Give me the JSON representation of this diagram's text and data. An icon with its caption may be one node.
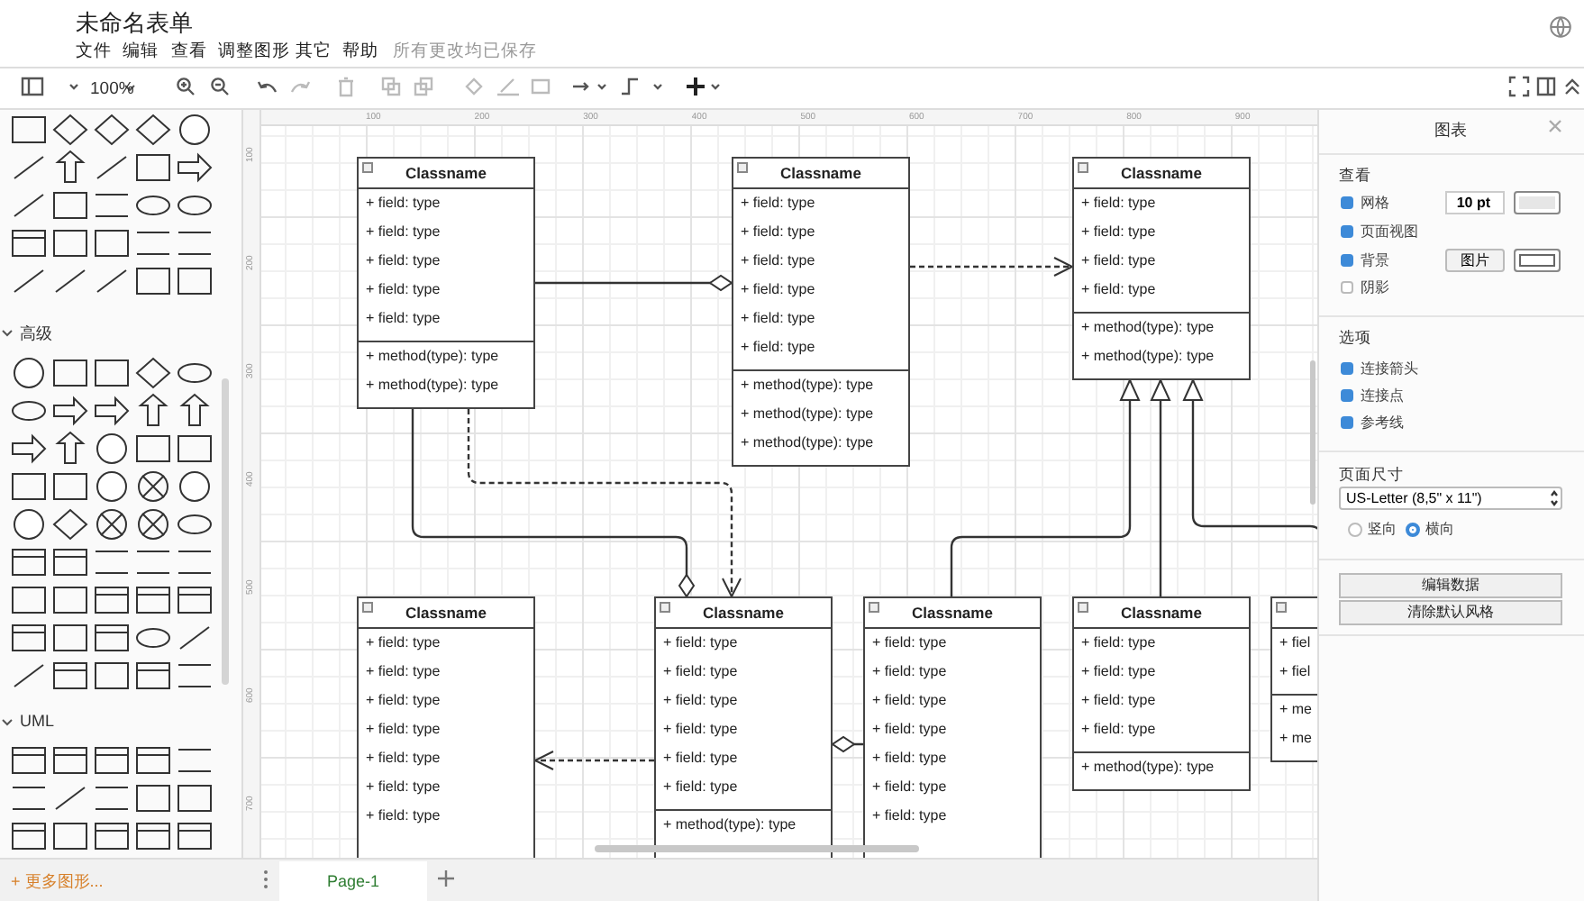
{
  "diagram": {
    "nodes": [
      {
        "text": [
          "Classname",
          "+ field: type",
          "+ field: type",
          "+ field: type",
          "+ field: type",
          "+ field: type",
          "+ method(type): type",
          "+ method(type): type"
        ]
      },
      {
        "text": [
          "Classname",
          "+ field: type",
          "+ field: type",
          "+ field: type",
          "+ field: type",
          "+ field: type",
          "+ field: type",
          "+ method(type): type",
          "+ method(type): type",
          "+ method(type): type"
        ]
      },
      {
        "text": [
          "Classname",
          "+ field: type",
          "+ field: type",
          "+ field: type",
          "+ field: type",
          "+ method(type): type",
          "+ method(type): type"
        ]
      },
      {
        "text": [
          "Classname",
          "+ field: type",
          "+ field: type",
          "+ field: type",
          "+ field: type",
          "+ field: type",
          "+ field: type",
          "+ field: type"
        ]
      },
      {
        "text": [
          "Classname",
          "+ field: type",
          "+ field: type",
          "+ field: type",
          "+ field: type",
          "+ field: type",
          "+ field: type",
          "+ method(type): type"
        ]
      },
      {
        "text": [
          "Classname",
          "+ field: type",
          "+ field: type",
          "+ field: type",
          "+ field: type",
          "+ field: type",
          "+ field: type",
          "+ field: type"
        ]
      },
      {
        "text": [
          "Classname",
          "+ field: type",
          "+ field: type",
          "+ field: type",
          "+ field: type",
          "+ method(type): type"
        ]
      },
      {
        "text": [
          "+ fiel",
          "+ fiel",
          "+ me",
          "+ me"
        ]
      }
    ],
    "edges": [
      {
        "from": 0,
        "to": 1,
        "arrow": "other"
      },
      {
        "from": 1,
        "to": 2,
        "arrow": "to",
        "style": "dashed"
      },
      {
        "from": 0,
        "to": 4,
        "arrow": "other"
      },
      {
        "from": 0,
        "to": 4,
        "arrow": "to",
        "style": "dashed"
      },
      {
        "from": 5,
        "to": 2,
        "arrow": "to"
      },
      {
        "from": 6,
        "to": 2,
        "arrow": "to"
      },
      {
        "from": 7,
        "to": 2,
        "arrow": "to"
      },
      {
        "from": 4,
        "to": 3,
        "arrow": "to",
        "style": "dashed"
      },
      {
        "from": 5,
        "to": 4,
        "arrow": "other"
      }
    ],
    "labels": [
      "未命名表单",
      "文件",
      "编辑",
      "查看",
      "调整图形",
      "其它",
      "帮助",
      "所有更改均已保存",
      "100%",
      "100",
      "200",
      "300",
      "400",
      "500",
      "600",
      "700",
      "800",
      "900",
      "100",
      "200",
      "300",
      "400",
      "500",
      "600",
      "700",
      "高级",
      "UML",
      "+ 更多图形...",
      "图表",
      "查看",
      "网格",
      "10 pt",
      "页面视图",
      "背景",
      "图片",
      "阴影",
      "选项",
      "连接箭头",
      "连接点",
      "参考线",
      "页面尺寸",
      "US-Letter (8,5\" x 11\")",
      "竖向",
      "横向",
      "编辑数据",
      "清除默认风格",
      "Page-1"
    ]
  }
}
